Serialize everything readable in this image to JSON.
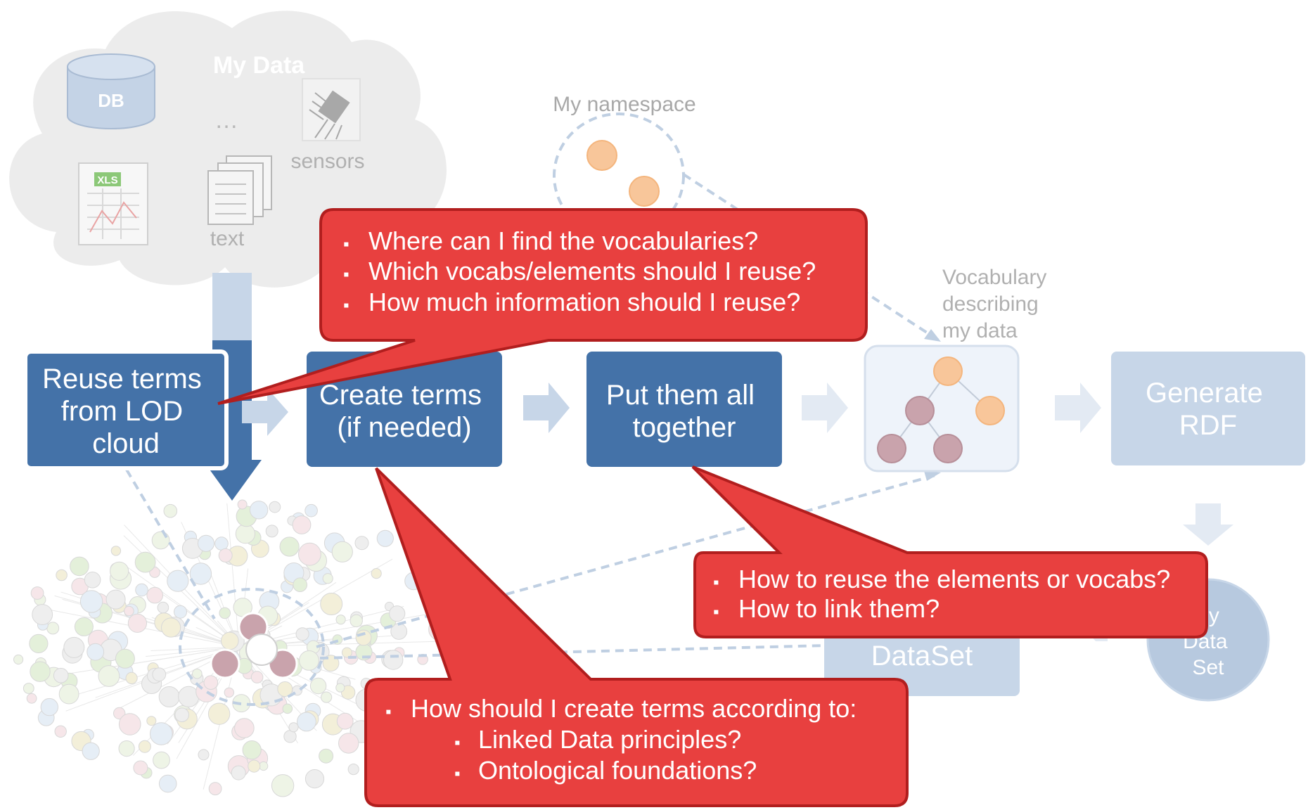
{
  "data_cloud": {
    "title": "My Data",
    "db_label": "DB",
    "xls_label": "XLS",
    "ellipsis": "…",
    "sensors_label": "sensors",
    "text_label": "text"
  },
  "namespace_label": "My namespace",
  "vocabulary_label": [
    "Vocabulary",
    "describing",
    "my data"
  ],
  "steps": [
    {
      "lines": [
        "Reuse terms",
        "from LOD",
        "cloud"
      ]
    },
    {
      "lines": [
        "Create terms",
        "(if needed)"
      ]
    },
    {
      "lines": [
        "Put them all",
        "together"
      ]
    },
    {
      "lines": [
        "Generate",
        "RDF"
      ]
    }
  ],
  "dataset_label": "DataSet",
  "my_dataset_label": [
    "My",
    "Data",
    "Set"
  ],
  "callouts": {
    "top": [
      "Where can I find the vocabularies?",
      "Which vocabs/elements should I reuse?",
      "How much information should I reuse?"
    ],
    "right": [
      "How to reuse the elements or vocabs?",
      "How to link them?"
    ],
    "bottom": {
      "intro": "How should I create terms according to:",
      "items": [
        "Linked Data principles?",
        "Ontological foundations?"
      ]
    }
  },
  "bullet": "▪",
  "colors": {
    "step_blue": "#4472a8",
    "step_faded": "#c7d6e8",
    "callout_red": "#e8403f",
    "callout_border": "#b11e1e",
    "cloud_grey": "#ececec",
    "node_orange": "#f8c69a",
    "node_mauve": "#c9a3ac"
  }
}
